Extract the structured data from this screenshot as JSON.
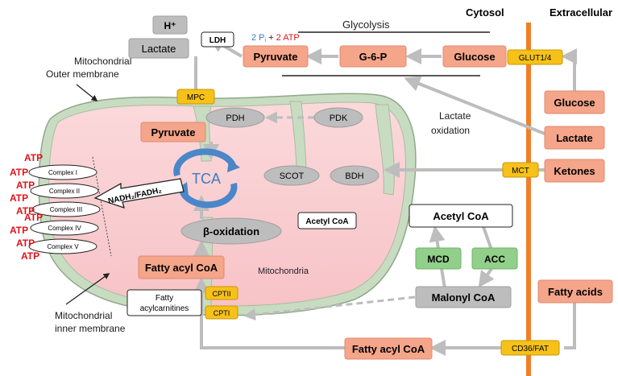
{
  "header": {
    "cytosol": "Cytosol",
    "extracellular": "Extracellular",
    "glycolysis": "Glycolysis"
  },
  "labels": {
    "mito_outer": [
      "Mitochondrial",
      "Outer membrane"
    ],
    "mito_inner": [
      "Mitochondrial",
      "inner membrane"
    ],
    "mitochondria": "Mitochondria",
    "lactate_oxidation": [
      "Lactate",
      "oxidation"
    ],
    "tca": "TCA",
    "nadh": "NADH₂/FADH₂",
    "beta_ox": "β-oxidation",
    "pi_atp": {
      "a": "2 P",
      "a_sub": "i",
      "plus": " + ",
      "b": "2 ATP"
    }
  },
  "boxes": {
    "h_plus": "H⁺",
    "lactate_top": "Lactate",
    "ldh": "LDH",
    "pyruvate_top": "Pyruvate",
    "g6p": "G-6-P",
    "glucose_cyto": "Glucose",
    "glut": "GLUT1/4",
    "glucose_ext": "Glucose",
    "lactate_ext": "Lactate",
    "mct": "MCT",
    "ketones": "Ketones",
    "mpc": "MPC",
    "pdh": "PDH",
    "pdk": "PDK",
    "pyruvate_mito": "Pyruvate",
    "scot": "SCOT",
    "bdh": "BDH",
    "acetyl_coa_mito": "Acetyl CoA",
    "acetyl_coa_cyto": "Acetyl CoA",
    "mcd": "MCD",
    "acc": "ACC",
    "malonyl_coa": "Malonyl CoA",
    "fatty_acyl_mito": "Fatty acyl CoA",
    "fatty_acids": "Fatty acids",
    "cptii": "CPTII",
    "cpti": "CPTI",
    "fatty_acylcarnitines": [
      "Fatty",
      "acylcarnitines"
    ],
    "cd36": "CD36/FAT",
    "fatty_acyl_cyto": "Fatty acyl CoA"
  },
  "complexes": [
    "Complex I",
    "Complex II",
    "Complex III",
    "Complex IV",
    "Complex V"
  ],
  "atp_label": "ATP",
  "atp_count": 9,
  "colors": {
    "salmon": "#f4a58a",
    "gray": "#bdbdbd",
    "green": "#92cf8a",
    "yellow": "#f6c21a",
    "membrane_orange": "#f07f2a",
    "atp_red": "#e0121b",
    "tca_blue": "#4a86c8",
    "pi_blue": "#3a7cc4"
  }
}
